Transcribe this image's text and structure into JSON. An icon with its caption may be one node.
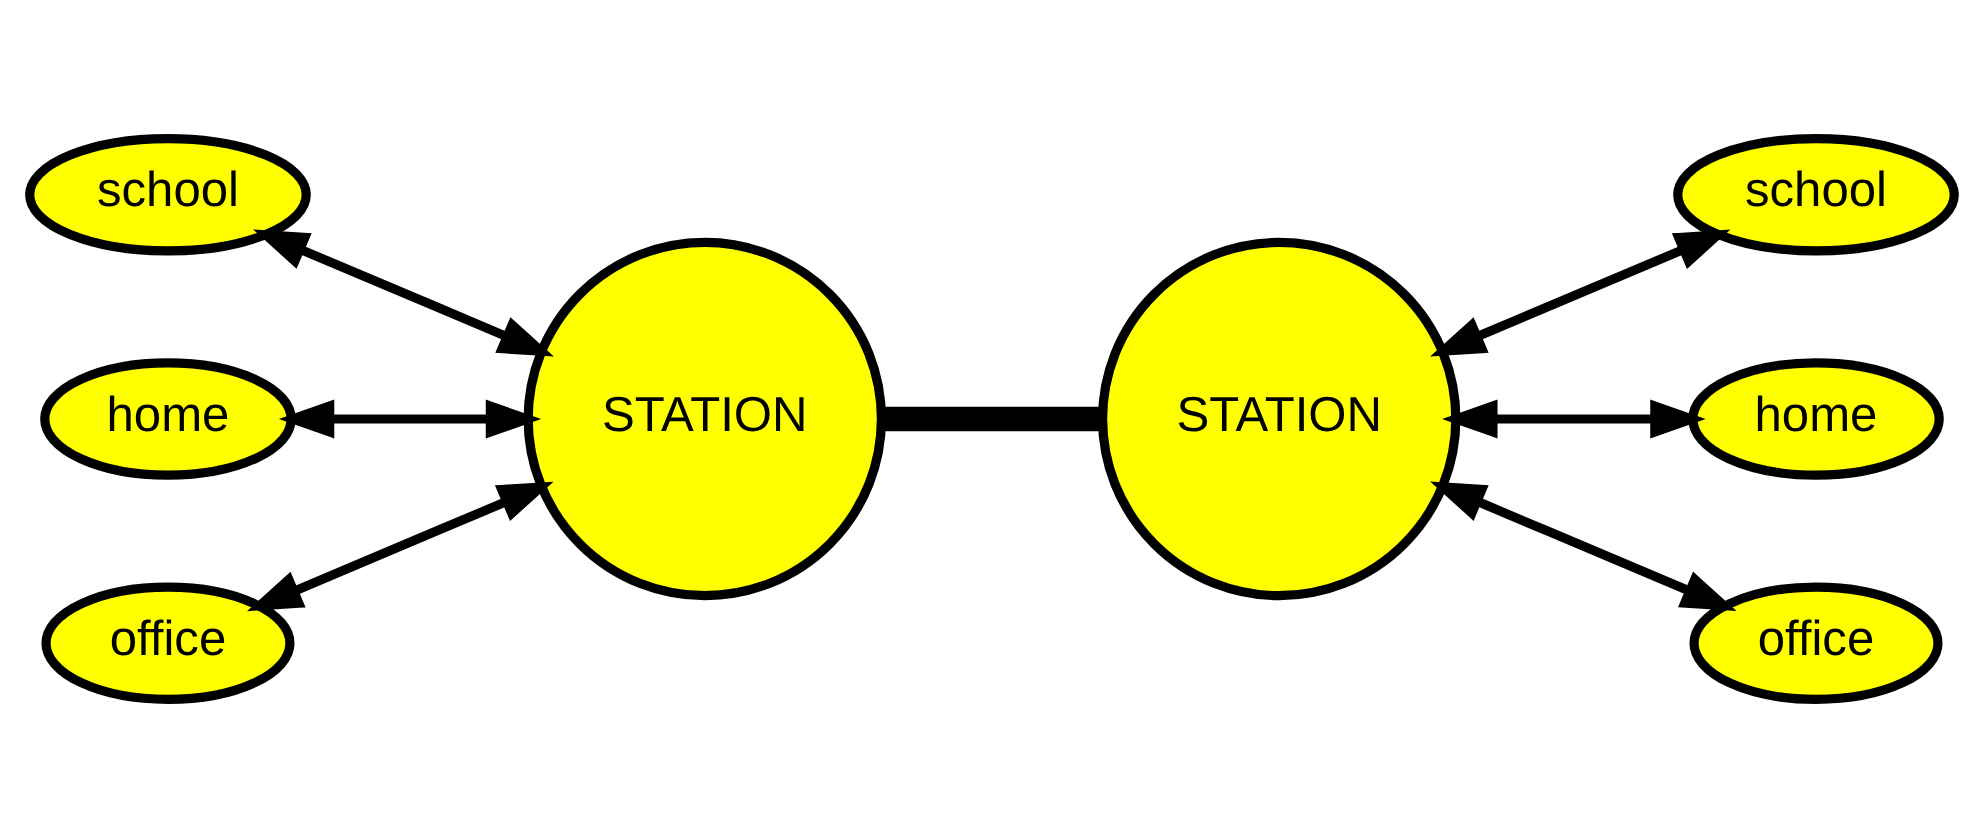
{
  "diagram": {
    "nodes": [
      {
        "text": [
          "school"
        ]
      },
      {
        "text": [
          "home"
        ]
      },
      {
        "text": [
          "office"
        ]
      },
      {
        "text": [
          "STATION"
        ]
      },
      {
        "text": [
          "STATION"
        ]
      },
      {
        "text": [
          "school"
        ]
      },
      {
        "text": [
          "home"
        ]
      },
      {
        "text": [
          "office"
        ]
      }
    ],
    "edges": [
      {
        "from": 0,
        "to": 3,
        "arrow": "both"
      },
      {
        "from": 1,
        "to": 3,
        "arrow": "both"
      },
      {
        "from": 2,
        "to": 3,
        "arrow": "both"
      },
      {
        "from": 3,
        "to": 4,
        "arrow": "none",
        "style": "thick"
      },
      {
        "from": 4,
        "to": 5,
        "arrow": "both"
      },
      {
        "from": 4,
        "to": 6,
        "arrow": "both"
      },
      {
        "from": 4,
        "to": 7,
        "arrow": "both"
      }
    ]
  }
}
